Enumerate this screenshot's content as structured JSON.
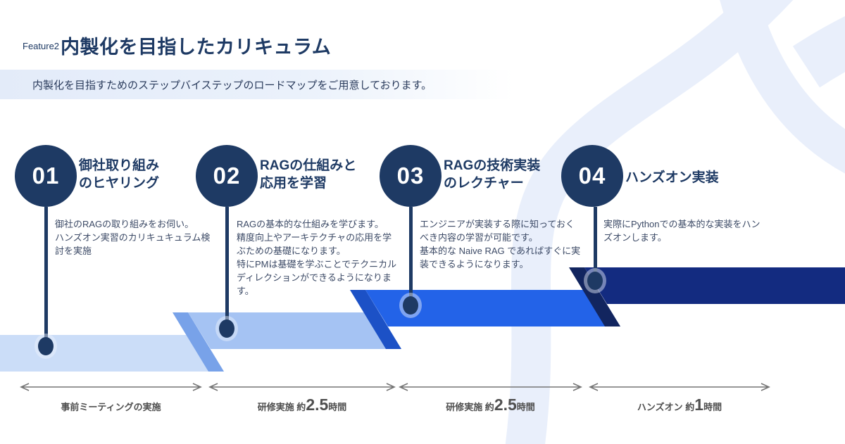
{
  "header": {
    "feature_label": "Feature2",
    "title": "内製化を目指したカリキュラム",
    "subtitle": "内製化を目指すためのステップバイステップのロードマップをご用意しております。"
  },
  "steps": [
    {
      "number": "01",
      "title_line1": "御社取り組み",
      "title_line2": "のヒヤリング",
      "description": "御社のRAGの取り組みをお伺い。\nハンズオン実習のカリキュキュラム検討を実施"
    },
    {
      "number": "02",
      "title_line1": "RAGの仕組みと",
      "title_line2": "応用を学習",
      "description": "RAGの基本的な仕組みを学びます。\n精度向上やアーキテクチャの応用を学ぶための基礎になります。\n特にPMは基礎を学ぶことでテクニカルディレクションができるようになります。"
    },
    {
      "number": "03",
      "title_line1": "RAGの技術実装",
      "title_line2": "のレクチャー",
      "description": "エンジニアが実装する際に知っておくべき内容の学習が可能です。\n基本的な Naive RAG であればすぐに実装できるようになります。"
    },
    {
      "number": "04",
      "title_line1": "ハンズオン実装",
      "title_line2": "",
      "description": "実際にPythonでの基本的な実装をハンズオンします。"
    }
  ],
  "timeline": {
    "segments": [
      {
        "prefix": "事前ミーティングの実施",
        "big": "",
        "suffix": ""
      },
      {
        "prefix": "研修実施 約",
        "big": "2.5",
        "suffix": "時間"
      },
      {
        "prefix": "研修実施 約",
        "big": "2.5",
        "suffix": "時間"
      },
      {
        "prefix": "ハンズオン 約",
        "big": "1",
        "suffix": "時間"
      }
    ]
  },
  "colors": {
    "navy": "#1E3A64",
    "step1_tread": "#CBDDF8",
    "step2_riser": "#78A2E9",
    "step2_tread": "#A5C3F3",
    "step3_riser": "#1C51C6",
    "step3_tread": "#2363E8",
    "step4_riser": "#12255F",
    "step4_tread": "#132B80",
    "swoosh_decoration": "#E9EFFB",
    "timeline_gray": "#4F4F4F"
  }
}
